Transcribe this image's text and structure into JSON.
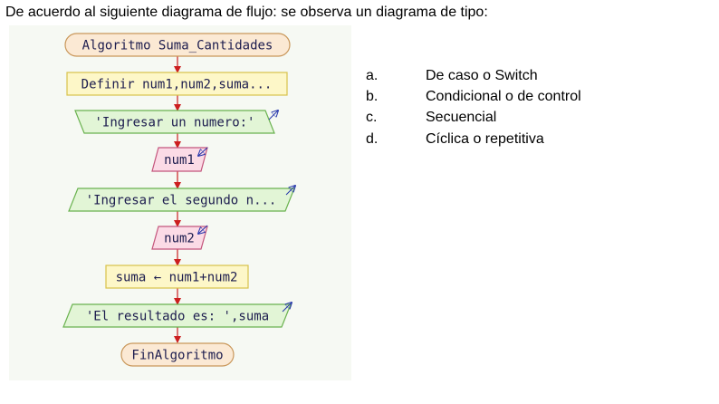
{
  "question": "De acuerdo al siguiente diagrama de flujo: se observa un diagrama de tipo:",
  "flowchart": {
    "start": "Algoritmo Suma_Cantidades",
    "define": "Definir num1,num2,suma...",
    "output1": "'Ingresar un numero:'",
    "input1": "num1",
    "output2": "'Ingresar el segundo n...",
    "input2": "num2",
    "process": "suma ← num1+num2",
    "output3": "'El resultado es: ',suma",
    "end": "FinAlgoritmo"
  },
  "options": [
    {
      "letter": "a.",
      "text": "De caso o Switch"
    },
    {
      "letter": "b.",
      "text": "Condicional o de control"
    },
    {
      "letter": "c.",
      "text": "Secuencial"
    },
    {
      "letter": "d.",
      "text": "Cíclica o repetitiva"
    }
  ],
  "colors": {
    "terminal_fill": "#fbe9d4",
    "terminal_stroke": "#c9975a",
    "define_fill": "#fdf7c8",
    "define_stroke": "#d8c24a",
    "output_fill": "#e2f5d6",
    "output_stroke": "#6ab24f",
    "input_fill": "#fbdbe6",
    "input_stroke": "#c4557c",
    "arrow": "#cc1f1f",
    "io_arrow": "#2233aa"
  }
}
